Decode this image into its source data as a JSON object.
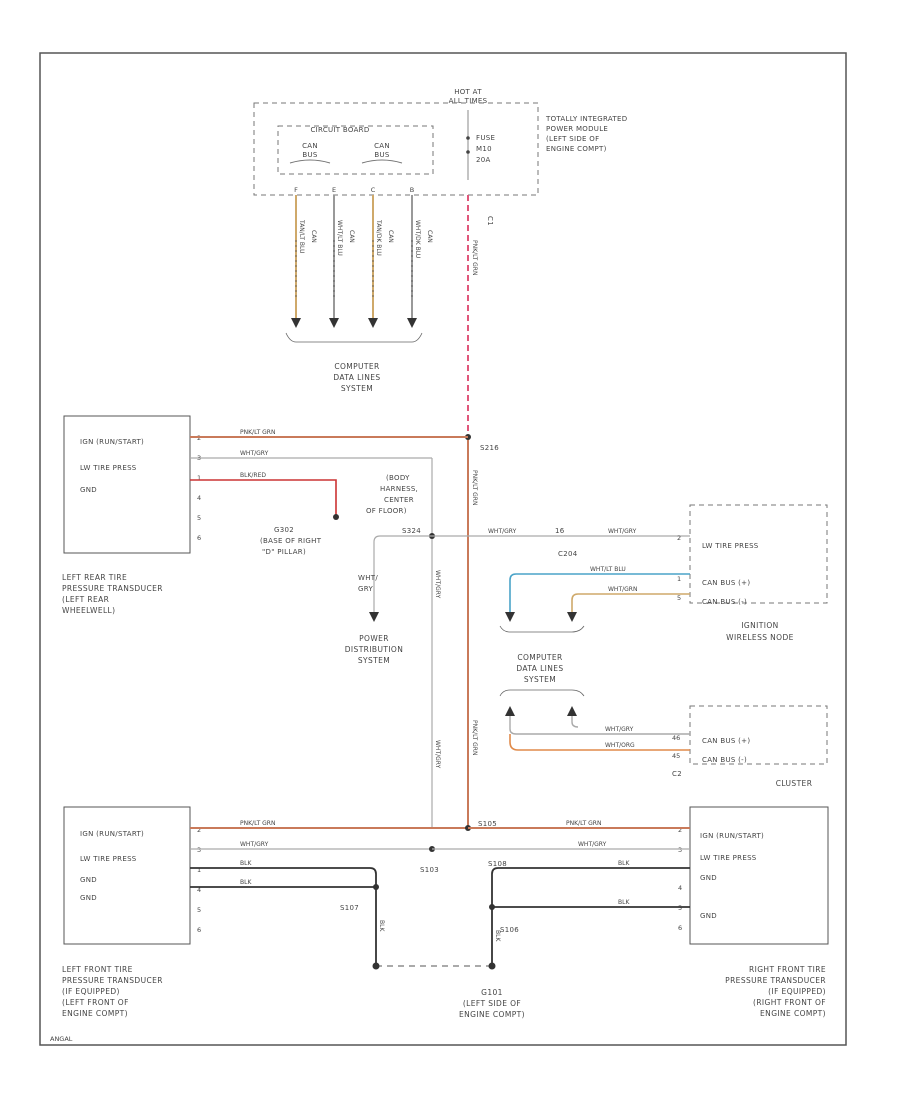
{
  "diagram_id": "ANGAL",
  "colors": {
    "pink_red": "#d24f5e",
    "tan": "#cfa96a",
    "blue": "#4aa3c8",
    "black": "#333333",
    "grey": "#888888",
    "orange": "#e08a4a",
    "frame": "#555555"
  },
  "tipm": {
    "hot_at": [
      "HOT AT",
      "ALL TIMES"
    ],
    "circuit_board": "CIRCUIT BOARD",
    "can_b_1": [
      "CAN",
      "BUS"
    ],
    "can_b_2": [
      "CAN",
      "BUS"
    ],
    "fuse": [
      "FUSE",
      "M10",
      "20A"
    ],
    "name": [
      "TOTALLY INTEGRATED",
      "POWER MODULE",
      "(LEFT SIDE OF",
      "ENGINE COMPT)"
    ],
    "connector": "C1",
    "pins": [
      "F",
      "E",
      "C",
      "B"
    ],
    "wire_labels": [
      "TAN/LT BLU",
      "WHT/LT BLU",
      "TAN/DK BLU",
      "WHT/DK BLU"
    ],
    "wire_names": [
      "CAN",
      "CAN",
      "CAN",
      "CAN"
    ],
    "fused_wire": "PNK/LT GRN"
  },
  "cdls_top": [
    "COMPUTER",
    "DATA LINES",
    "SYSTEM"
  ],
  "left_rear": {
    "pins": [
      "IGN (RUN/START)",
      "LW TIRE PRESS",
      "GND"
    ],
    "pin_numbers": [
      "2",
      "3",
      "1",
      "4",
      "5",
      "6"
    ],
    "name": [
      "LEFT REAR TIRE",
      "PRESSURE TRANSDUCER",
      "(LEFT REAR",
      "WHEELWELL)"
    ],
    "wires": [
      "PNK/LT GRN",
      "WHT/GRY",
      "BLK/RED"
    ]
  },
  "g302": [
    "G302",
    "(BASE OF RIGHT",
    "\"D\" PILLAR)"
  ],
  "s216": "S216",
  "body_harness": [
    "(BODY",
    "HARNESS,",
    "CENTER",
    "OF FLOOR)"
  ],
  "s324": "S324",
  "c204": "C204",
  "wht_gry_left": [
    "WHT/",
    "GRY"
  ],
  "power_dist": [
    "POWER",
    "DISTRIBUTION",
    "SYSTEM"
  ],
  "cdls_mid": [
    "COMPUTER",
    "DATA LINES",
    "SYSTEM"
  ],
  "ignition": {
    "pins": [
      "LW TIRE PRESS",
      "CAN BUS (+)",
      "CAN BUS (-)"
    ],
    "pin_numbers": [
      "2",
      "1",
      "5"
    ],
    "name": [
      "IGNITION",
      "WIRELESS NODE"
    ],
    "wires": [
      "WHT/GRY",
      "WHT/LT BLU",
      "WHT/GRN"
    ]
  },
  "cluster": {
    "pins": [
      "CAN BUS (+)",
      "CAN BUS (-)"
    ],
    "pin_numbers": [
      "46",
      "45"
    ],
    "name": "CLUSTER",
    "connector": "C2",
    "wires": [
      "WHT/GRY",
      "WHT/ORG"
    ]
  },
  "left_front": {
    "pins": [
      "IGN (RUN/START)",
      "LW TIRE PRESS",
      "GND",
      "GND"
    ],
    "pin_numbers": [
      "2",
      "3",
      "1",
      "4",
      "5",
      "6"
    ],
    "name": [
      "LEFT FRONT TIRE",
      "PRESSURE TRANSDUCER",
      "(IF EQUIPPED)",
      "(LEFT FRONT OF",
      "ENGINE COMPT)"
    ],
    "wires": [
      "PNK/LT GRN",
      "WHT/GRY",
      "BLK",
      "BLK"
    ]
  },
  "right_front": {
    "pins": [
      "IGN (RUN/START)",
      "LW TIRE PRESS",
      "GND",
      "GND"
    ],
    "pin_numbers": [
      "2",
      "3",
      "4",
      "5",
      "6"
    ],
    "name": [
      "RIGHT FRONT TIRE",
      "PRESSURE TRANSDUCER",
      "(IF EQUIPPED)",
      "(RIGHT FRONT OF",
      "ENGINE COMPT)"
    ],
    "wires": [
      "PNK/LT GRN",
      "WHT/GRY",
      "BLK",
      "BLK"
    ]
  },
  "splices": {
    "s103": "S103",
    "s106": "S106",
    "s107": "S107",
    "s108": "S108",
    "s105": "S105"
  },
  "g101": [
    "G101",
    "(LEFT SIDE OF",
    "ENGINE COMPT)"
  ],
  "vertical_labels": [
    "WHT/GRY",
    "PNK/LT GRN",
    "BLK",
    "BLK"
  ]
}
